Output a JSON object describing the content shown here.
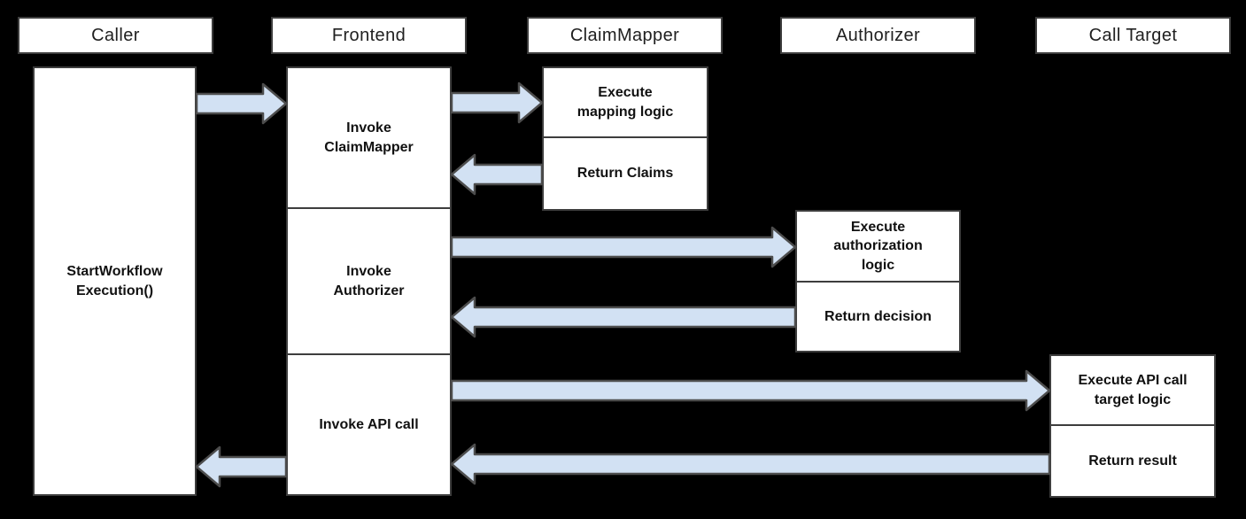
{
  "diagram": {
    "type": "sequence-flow",
    "background": "#000000",
    "colors": {
      "box_fill": "#ffffff",
      "box_border": "#3d3d3d",
      "arrow_fill": "#d2e1f3",
      "arrow_border": "#4d4d4d",
      "header_text": "#202020",
      "step_text": "#111111"
    },
    "lanes": [
      {
        "header": "Caller",
        "boxes": [
          "StartWorkflow\nExecution()"
        ]
      },
      {
        "header": "Frontend",
        "boxes": [
          "Invoke\nClaimMapper",
          "Invoke\nAuthorizer",
          "Invoke API call"
        ]
      },
      {
        "header": "ClaimMapper",
        "boxes": [
          "Execute\nmapping logic",
          "Return Claims"
        ]
      },
      {
        "header": "Authorizer",
        "boxes": [
          "Execute\nauthorization\nlogic",
          "Return decision"
        ]
      },
      {
        "header": "Call Target",
        "boxes": [
          "Execute API call\ntarget logic",
          "Return result"
        ]
      }
    ],
    "arrows": [
      {
        "from": "Caller",
        "to": "Frontend"
      },
      {
        "from": "Frontend",
        "to": "ClaimMapper"
      },
      {
        "from": "ClaimMapper",
        "to": "Frontend"
      },
      {
        "from": "Frontend",
        "to": "Authorizer"
      },
      {
        "from": "Authorizer",
        "to": "Frontend"
      },
      {
        "from": "Frontend",
        "to": "Call Target"
      },
      {
        "from": "Call Target",
        "to": "Frontend"
      },
      {
        "from": "Frontend",
        "to": "Caller"
      }
    ]
  }
}
